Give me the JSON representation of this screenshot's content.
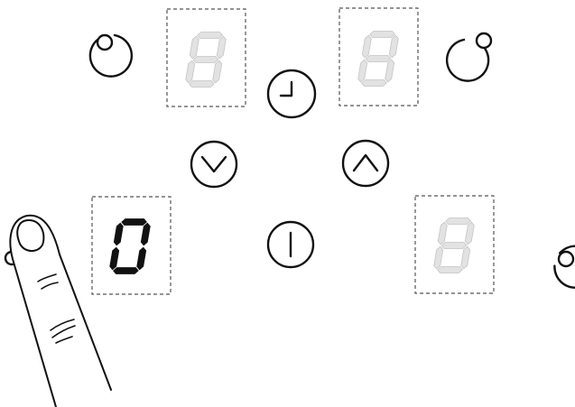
{
  "panel": {
    "displays": [
      {
        "id": "top-left",
        "value": "8",
        "active": false
      },
      {
        "id": "top-right",
        "value": "8",
        "active": false
      },
      {
        "id": "bottom-left",
        "value": "0",
        "active": true
      },
      {
        "id": "bottom-right",
        "value": "8",
        "active": false
      }
    ],
    "zone_indicators": [
      "top-left",
      "top-right",
      "bottom-left",
      "bottom-right"
    ],
    "buttons": [
      "timer",
      "decrease",
      "increase",
      "power"
    ]
  },
  "icons": {
    "timer": "clock-icon",
    "decrease": "chevron-down-icon",
    "increase": "chevron-up-icon",
    "power": "power-icon",
    "zone": "zone-indicator-icon",
    "finger": "pointing-finger"
  },
  "colors": {
    "active_digit": "#111111",
    "inactive_digit": "#e2e2e2",
    "outline": "#111111"
  }
}
